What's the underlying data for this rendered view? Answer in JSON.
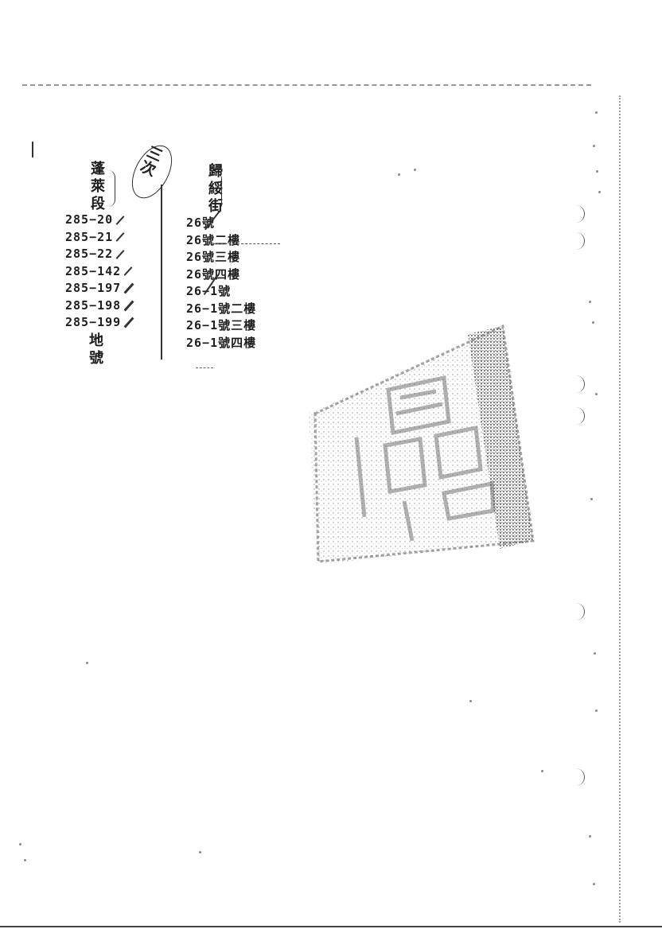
{
  "section": {
    "label_vertical": "蓬萊段"
  },
  "handwritten_note": "三次",
  "street": {
    "label_vertical": "歸綏街"
  },
  "lots": [
    "285−20",
    "285−21",
    "285−22",
    "285−142",
    "285−197",
    "285−198",
    "285−199"
  ],
  "land_number_label": "地號",
  "addresses": [
    "26號",
    "26號二樓",
    "26號三樓",
    "26號四樓",
    "26−1號",
    "26−1號二樓",
    "26−1號三樓",
    "26−1號四樓"
  ],
  "colors": {
    "ink": "#1c1c1c",
    "paper": "#ffffff",
    "stamp": "#3c3c3c"
  }
}
